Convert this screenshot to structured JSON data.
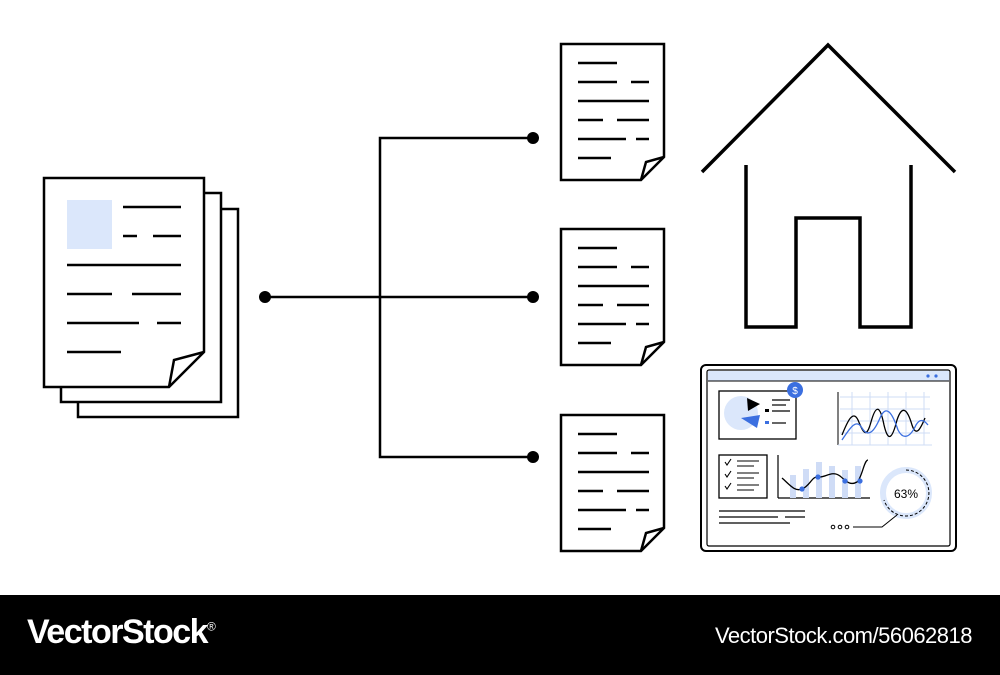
{
  "illustration": {
    "icons": [
      "document-stack-icon",
      "document-icon",
      "house-icon",
      "dashboard-tablet-icon"
    ],
    "accent_color": "#3b6fe0",
    "accent_light": "#dbe7fb",
    "dashboard": {
      "percent_label": "63%",
      "percent_value": 0.63,
      "badge_symbol": "$",
      "dots_label": "ooo"
    }
  },
  "footer": {
    "brand": "VectorStock",
    "brand_mark": "®",
    "stock_id": "VectorStock.com/56062818"
  }
}
